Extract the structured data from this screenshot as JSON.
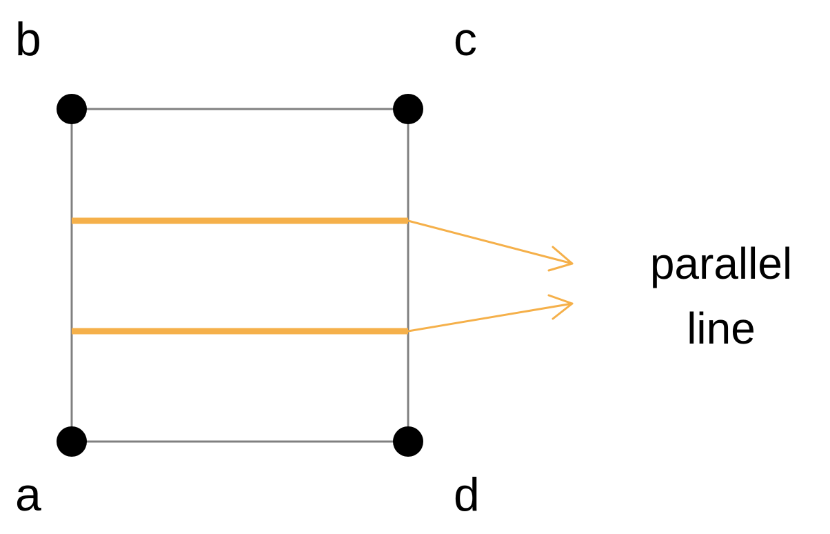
{
  "vertices": {
    "a": "a",
    "b": "b",
    "c": "c",
    "d": "d"
  },
  "annotation": {
    "line1": "parallel",
    "line2": "line"
  },
  "colors": {
    "frame": "#808080",
    "parallel_lines": "#F5B04A",
    "vertex_dots": "#000000",
    "background": "#FFFFFF"
  }
}
